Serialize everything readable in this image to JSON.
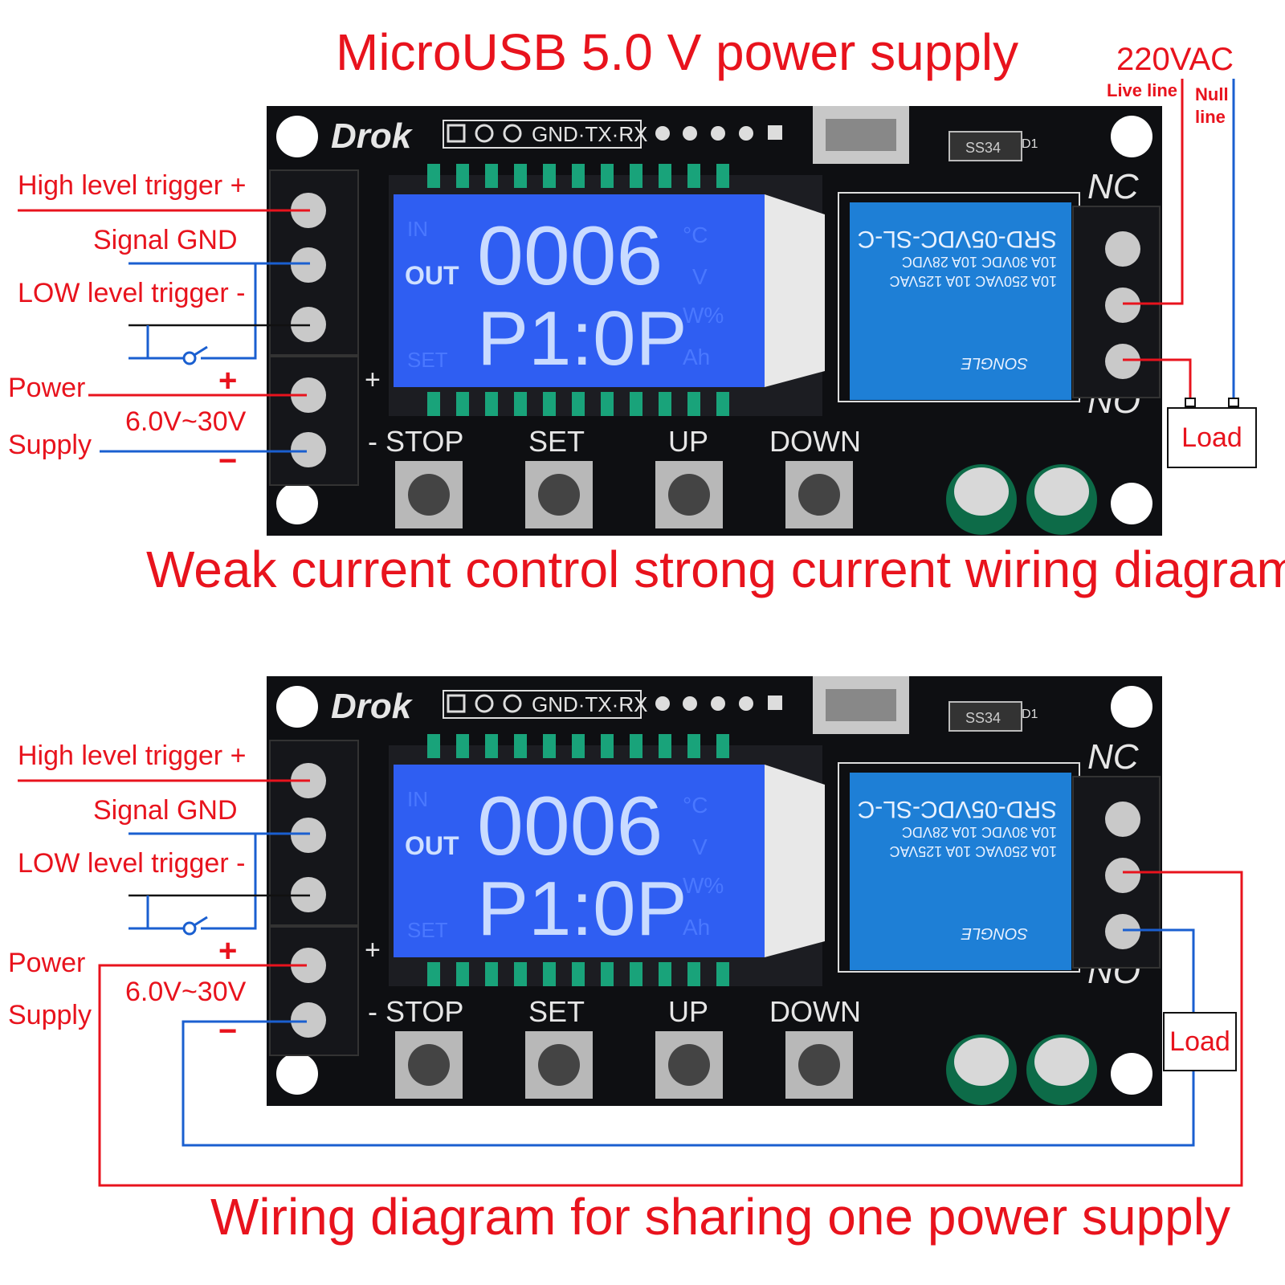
{
  "colors": {
    "red": "#e8131d",
    "blue": "#1a5fd0",
    "board": "#0e0f12",
    "lcd": "#2f5ef2",
    "relay": "#1e7fd6"
  },
  "titles": {
    "top": "MicroUSB 5.0 V power supply",
    "mid": "Weak current control strong current wiring diagram",
    "bottom": "Wiring diagram for sharing one power supply"
  },
  "mains": {
    "voltage": "220VAC",
    "live": "Live line",
    "null_line": "Null\nline"
  },
  "labels": {
    "high_trigger": "High level trigger +",
    "signal_gnd": "Signal GND",
    "low_trigger": "LOW level trigger -",
    "power": "Power",
    "supply": "Supply",
    "voltage_range": "6.0V~30V",
    "plus": "+",
    "minus": "−",
    "load": "Load"
  },
  "board": {
    "brand": "Drok",
    "header": "GND·TX·RX",
    "diode": "SS34",
    "diode_ref": "D1",
    "nc": "NC",
    "no": "NO",
    "pcb_plus": "+",
    "buttons": [
      "- STOP",
      "SET",
      "UP",
      "DOWN"
    ],
    "lcd": {
      "in": "IN",
      "out": "OUT",
      "set": "SET",
      "line1": "0006",
      "line2": "P1:0P",
      "units": [
        "°C",
        "V",
        "W%",
        "Ah"
      ]
    },
    "relay": {
      "model": "SRD-05VDC-SL-C",
      "row1": "10A 30VDC 10A 28VDC",
      "row2": "10A 250VAC 10A 125VAC",
      "brand": "SONGLE"
    }
  }
}
